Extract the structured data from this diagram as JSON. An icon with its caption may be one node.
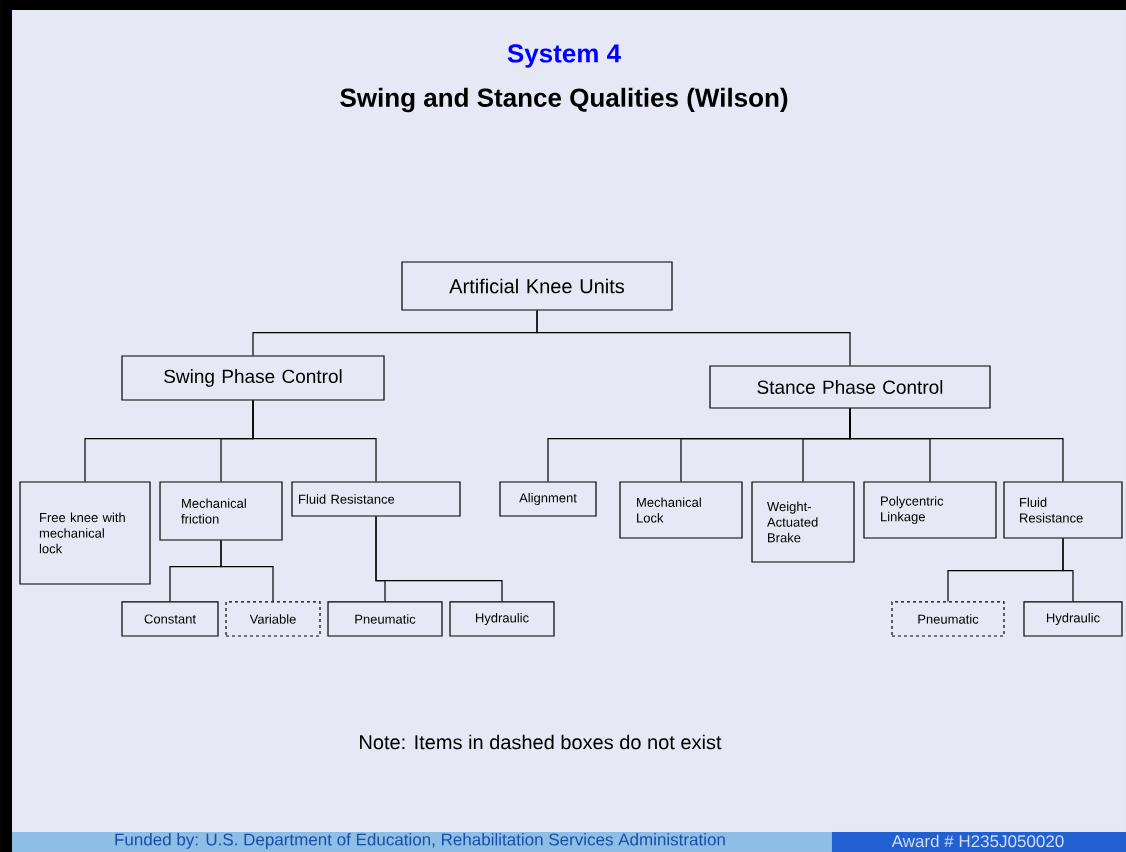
{
  "diagram": {
    "title": "System 4",
    "nodes": [
      {
        "text": [
          "Artificial Knee Units"
        ]
      },
      {
        "text": [
          "Swing Phase Control"
        ]
      },
      {
        "text": [
          "Stance Phase Control"
        ]
      },
      {
        "text": [
          "Free knee with mechanical lock"
        ]
      },
      {
        "text": [
          "Mechanical friction"
        ]
      },
      {
        "text": [
          "Fluid Resistance"
        ]
      },
      {
        "text": [
          "Alignment"
        ]
      },
      {
        "text": [
          "Mechanical Lock"
        ]
      },
      {
        "text": [
          "Weight-Actuated Brake"
        ]
      },
      {
        "text": [
          "Polycentric Linkage"
        ]
      },
      {
        "text": [
          "Fluid Resistance"
        ]
      },
      {
        "text": [
          "Constant"
        ]
      },
      {
        "text": [
          "Variable"
        ]
      },
      {
        "text": [
          "Pneumatic"
        ]
      },
      {
        "text": [
          "Hydraulic"
        ]
      },
      {
        "text": [
          "Pneumatic"
        ]
      },
      {
        "text": [
          "Hydraulic"
        ]
      }
    ],
    "edges": [
      {
        "from": 0,
        "to": 1,
        "arrow": "none"
      },
      {
        "from": 0,
        "to": 2,
        "arrow": "none"
      },
      {
        "from": 1,
        "to": 3,
        "arrow": "none"
      },
      {
        "from": 1,
        "to": 4,
        "arrow": "none"
      },
      {
        "from": 1,
        "to": 5,
        "arrow": "none"
      },
      {
        "from": 2,
        "to": 6,
        "arrow": "none"
      },
      {
        "from": 2,
        "to": 7,
        "arrow": "none"
      },
      {
        "from": 2,
        "to": 8,
        "arrow": "none"
      },
      {
        "from": 2,
        "to": 9,
        "arrow": "none"
      },
      {
        "from": 2,
        "to": 10,
        "arrow": "none"
      },
      {
        "from": 4,
        "to": 11,
        "arrow": "none"
      },
      {
        "from": 4,
        "to": 12,
        "arrow": "none"
      },
      {
        "from": 5,
        "to": 13,
        "arrow": "none"
      },
      {
        "from": 5,
        "to": 14,
        "arrow": "none"
      },
      {
        "from": 10,
        "to": 15,
        "arrow": "none"
      },
      {
        "from": 10,
        "to": 16,
        "arrow": "none"
      }
    ],
    "labels": [
      "Swing and Stance Qualities (Wilson)",
      "Note: Items in dashed boxes do not exist",
      "Funded by: U.S. Department of Education, Rehabilitation Services Administration",
      "Award # H235J050020"
    ]
  }
}
